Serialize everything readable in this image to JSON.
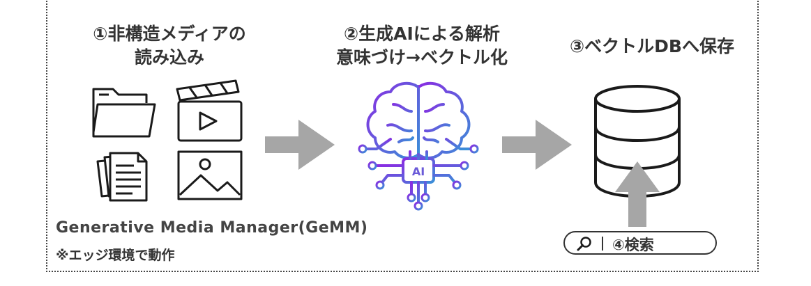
{
  "steps": {
    "step1": {
      "line1": "①非構造メディアの",
      "line2": "読み込み"
    },
    "step2": {
      "line1": "②生成AIによる解析",
      "line2": "意味づけ→ベクトル化"
    },
    "step3": {
      "line1": "③ベクトルDBへ保存"
    }
  },
  "ai_chip_label": "AI",
  "app_name": "Generative Media Manager(GeMM)",
  "note": "※エッジ環境で動作",
  "search": {
    "label": "④検索"
  },
  "icons": [
    "folder-icon",
    "video-icon",
    "document-icon",
    "image-icon",
    "ai-brain-icon",
    "database-icon",
    "search-icon",
    "arrow-right-icon",
    "arrow-up-icon"
  ],
  "colors": {
    "arrow": "#a6a6a6",
    "line": "#1a1a1a",
    "brain_gradient_start": "#8a2be2",
    "brain_gradient_end": "#3a8fd8"
  }
}
